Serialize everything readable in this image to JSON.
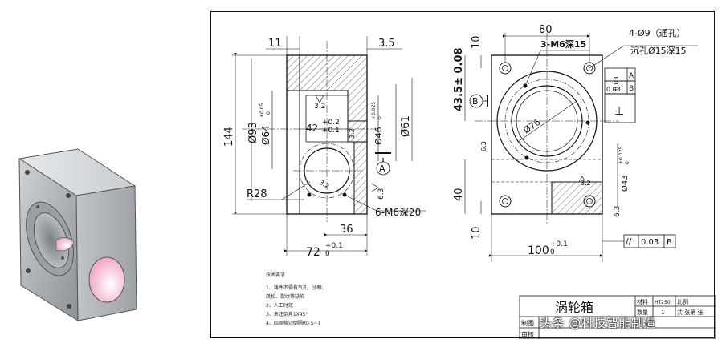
{
  "front_view": {
    "dim_top_left": "11",
    "dim_top_right": "3.5",
    "dia_93": "Ø93",
    "dia_64": "Ø64",
    "dia_64_tol_up": "+0.05",
    "dia_64_tol_low": "0",
    "dim_144": "144",
    "surface_finish_1": "3.2",
    "dim_42": "42",
    "dim_42_tol_up": "+0.2",
    "dim_42_tol_low": "+0.1",
    "surface_finish_2": "3.2",
    "dia_46": "Ø46",
    "dia_46_tol_up": "+0.025",
    "dia_46_tol_low": "0",
    "dia_61": "Ø61",
    "surface_finish_3": "3.2",
    "datum_a": "A",
    "radius_28": "R28",
    "surface_finish_4": "6.3",
    "thread_6m6": "6-M6深20",
    "dim_36": "36",
    "dim_72": "72",
    "dim_72_tol_up": "+0.1",
    "dim_72_tol_low": "0"
  },
  "side_view": {
    "dim_80": "80",
    "dim_10_top": "10",
    "thread_3m6": "3-M6深15",
    "holes_callout_1": "4-Ø9（通孔）",
    "holes_callout_2": "沉孔Ø15深15",
    "dim_43_5": "43.5± 0.08",
    "datum_b": "B",
    "dia_76": "Ø76",
    "surface_finish_1": "6.3",
    "dim_40": "40",
    "surface_finish_2": "3.2",
    "dia_43": "Ø43",
    "dia_43_tol_up": "+0.025",
    "dia_43_tol_low": "0",
    "surface_finish_3": "6.3",
    "dim_10_bottom": "10",
    "dim_100": "100",
    "dim_100_tol_up": "+0.1",
    "dim_100_tol_low": "0",
    "tol_frame_1": [
      "0.03",
      "A"
    ],
    "tol_frame_2": [
      "0.03",
      "B"
    ],
    "perp_symbol": "⊥",
    "parallel_frame": [
      "//",
      "0.03",
      "B"
    ]
  },
  "tech_requirements": {
    "title": "技术要求",
    "items": [
      "1、铸件不得有气孔、沙眼、",
      "疏松、裂纹等缺陷",
      "2、人工时效",
      "3、未注倒角1X45°",
      "4、四周棱边倒圆R0.5~1"
    ]
  },
  "title_block": {
    "part_name": "涡轮箱",
    "material_label": "材料",
    "material_value": "HT250",
    "scale_label": "比例",
    "qty_label": "数量",
    "qty_value": "1",
    "sheets_label": "共 张第 张",
    "drawn_label": "制图",
    "checked_label": "审核"
  },
  "watermark": "头条 @科技智能制造"
}
